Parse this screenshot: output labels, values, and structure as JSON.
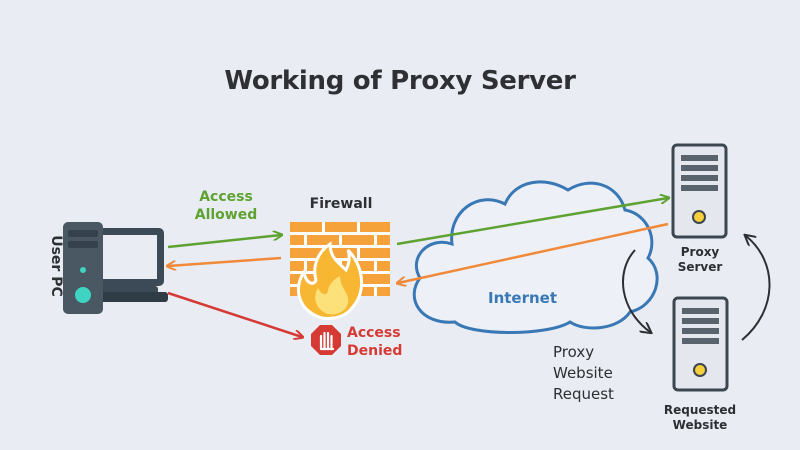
{
  "title": "Working of Proxy Server",
  "labels": {
    "user_pc": "User PC",
    "access_allowed": [
      "Access",
      "Allowed"
    ],
    "firewall": "Firewall",
    "access_denied": [
      "Access",
      "Denied"
    ],
    "internet": "Internet",
    "proxy_website_request": [
      "Proxy",
      "Website",
      "Request"
    ],
    "proxy_server": [
      "Proxy",
      "Server"
    ],
    "requested_website": [
      "Requested",
      "Website"
    ]
  },
  "colors": {
    "allowed": "#5ea232",
    "return": "#f08a3a",
    "denied": "#d53a34",
    "cloud": "#3978b5",
    "firewall": "#f5a23a"
  },
  "icons": [
    "desktop-computer-icon",
    "firewall-icon",
    "cloud-icon",
    "server-icon",
    "stop-hand-icon"
  ]
}
